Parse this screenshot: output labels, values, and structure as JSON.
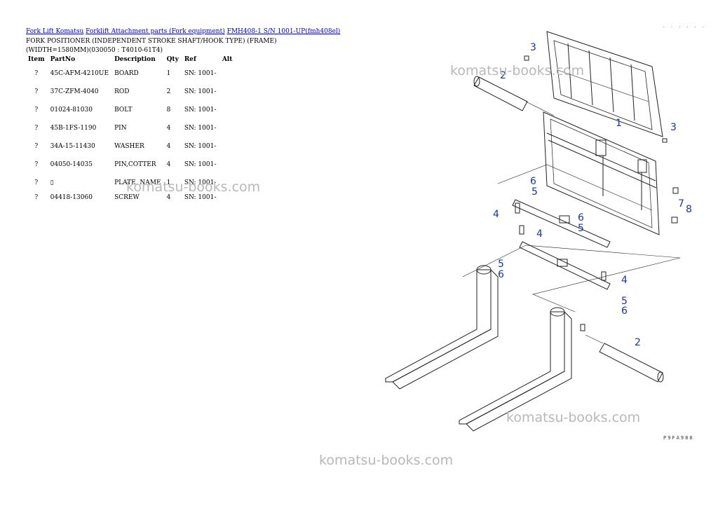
{
  "breadcrumb": {
    "items": [
      "Fork Lift Komatsu",
      "Forklift Attachment parts (Fork equipment)",
      "FMH408-1 S/N 1001-UP(fmh408el)"
    ]
  },
  "title": {
    "line1": "FORK POSITIONER (INDEPENDENT STROKE SHAFT/HOOK TYPE) (FRAME)",
    "line2": "(WIDTH=1580MM)(030050 : T4010-61T4)"
  },
  "table": {
    "headers": [
      "Item",
      "PartNo",
      "Description",
      "Qty",
      "Ref",
      "Alt"
    ],
    "rows": [
      {
        "item": "?",
        "part": "45C-AFM-4210UE",
        "desc": "BOARD",
        "qty": "1",
        "ref": "SN: 1001-"
      },
      {
        "item": "?",
        "part": "37C-ZFM-4040",
        "desc": "ROD",
        "qty": "2",
        "ref": "SN: 1001-"
      },
      {
        "item": "?",
        "part": "01024-81030",
        "desc": "BOLT",
        "qty": "8",
        "ref": "SN: 1001-"
      },
      {
        "item": "?",
        "part": "45B-1FS-1190",
        "desc": "PIN",
        "qty": "4",
        "ref": "SN: 1001-"
      },
      {
        "item": "?",
        "part": "34A-15-11430",
        "desc": "WASHER",
        "qty": "4",
        "ref": "SN: 1001-"
      },
      {
        "item": "?",
        "part": "04050-14035",
        "desc": "PIN,COTTER",
        "qty": "4",
        "ref": "SN: 1001-"
      },
      {
        "item": "?",
        "part": "",
        "desc": "PLATE, NAME",
        "qty": "1",
        "ref": "SN: 1001-"
      },
      {
        "item": "?",
        "part": "04418-13060",
        "desc": "SCREW",
        "qty": "4",
        "ref": "SN: 1001-"
      }
    ]
  },
  "watermarks": [
    "komatsu-books.com",
    "komatsu-books.com",
    "komatsu-books.com",
    "komatsu-books.com"
  ],
  "diagram": {
    "callouts": [
      "3",
      "1",
      "3",
      "2",
      "6",
      "5",
      "4",
      "6",
      "5",
      "7",
      "8",
      "4",
      "5",
      "6",
      "4",
      "5",
      "6",
      "2"
    ],
    "code": "P9FA988",
    "top_code": ". . . . . ."
  },
  "colors": {
    "link": "#0000cc",
    "callout": "#1a33a8",
    "watermark": "#b8b8b8"
  }
}
